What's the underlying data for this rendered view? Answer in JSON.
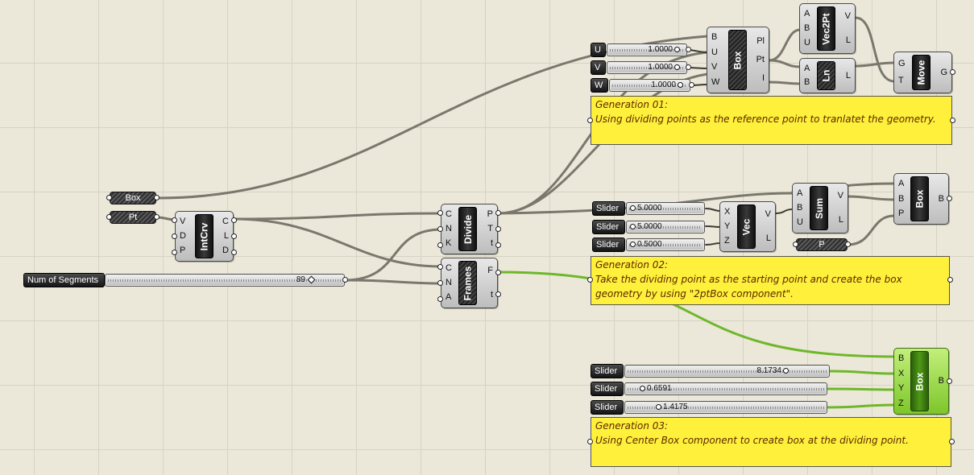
{
  "params": {
    "box": "Box",
    "pt": "Pt",
    "p": "P"
  },
  "components": {
    "intcrv": {
      "name": "IntCrv",
      "inputs": [
        "V",
        "D",
        "P"
      ],
      "outputs": [
        "C",
        "L",
        "D"
      ]
    },
    "divide": {
      "name": "Divide",
      "inputs": [
        "C",
        "N",
        "K"
      ],
      "outputs": [
        "P",
        "T",
        "t"
      ]
    },
    "frames": {
      "name": "Frames",
      "inputs": [
        "C",
        "N",
        "A"
      ],
      "outputs": [
        "F",
        "t"
      ]
    },
    "box_uvw": {
      "name": "Box",
      "inputs": [
        "B",
        "U",
        "V",
        "W"
      ],
      "outputs": [
        "Pl",
        "Pt",
        "I"
      ]
    },
    "vec2pt": {
      "name": "Vec2Pt",
      "inputs": [
        "A",
        "B",
        "U"
      ],
      "outputs": [
        "V",
        "L"
      ]
    },
    "ln": {
      "name": "Ln",
      "inputs": [
        "A",
        "B"
      ],
      "outputs": [
        "L"
      ]
    },
    "move": {
      "name": "Move",
      "inputs": [
        "G",
        "T"
      ],
      "outputs": [
        "G"
      ]
    },
    "vec": {
      "name": "Vec",
      "inputs": [
        "X",
        "Y",
        "Z"
      ],
      "outputs": [
        "V",
        "L"
      ]
    },
    "sum": {
      "name": "Sum",
      "inputs": [
        "A",
        "B",
        "U"
      ],
      "outputs": [
        "V",
        "L"
      ]
    },
    "box_2pt": {
      "name": "Box",
      "inputs": [
        "A",
        "B",
        "P"
      ],
      "outputs": [
        "B"
      ]
    },
    "box_center": {
      "name": "Box",
      "inputs": [
        "B",
        "X",
        "Y",
        "Z"
      ],
      "outputs": [
        "B"
      ]
    }
  },
  "sliders": {
    "u": {
      "label": "U",
      "value": "1.0000"
    },
    "v": {
      "label": "V",
      "value": "1.0000"
    },
    "w": {
      "label": "W",
      "value": "1.0000"
    },
    "segments": {
      "label": "Num of Segments",
      "value": "89"
    },
    "gen2_x": {
      "label": "Slider",
      "value": "5.0000"
    },
    "gen2_y": {
      "label": "Slider",
      "value": "5.0000"
    },
    "gen2_z": {
      "label": "Slider",
      "value": "0.5000"
    },
    "gen3_x": {
      "label": "Slider",
      "value": "8.1734"
    },
    "gen3_y": {
      "label": "Slider",
      "value": "0.6591"
    },
    "gen3_z": {
      "label": "Slider",
      "value": "1.4175"
    }
  },
  "panels": {
    "gen1": {
      "title": "Generation 01:",
      "body": "Using dividing points as the reference point to tranlatet the geometry."
    },
    "gen2": {
      "title": "Generation 02:",
      "body": "Take the dividing point as the starting point and create the box geometry by using \"2ptBox component\"."
    },
    "gen3": {
      "title": "Generation 03:",
      "body": "Using Center Box component to create box at the dividing point."
    }
  },
  "colors": {
    "canvas": "#ebe8d9",
    "grid": "#d6d3c3",
    "wire": "#7a786d",
    "wire_dark": "#3d3b34",
    "wire_selected": "#6fb72a",
    "panel": "#fff03c",
    "panel_text": "#5a2a00",
    "component_selected": "#8fd23a"
  }
}
